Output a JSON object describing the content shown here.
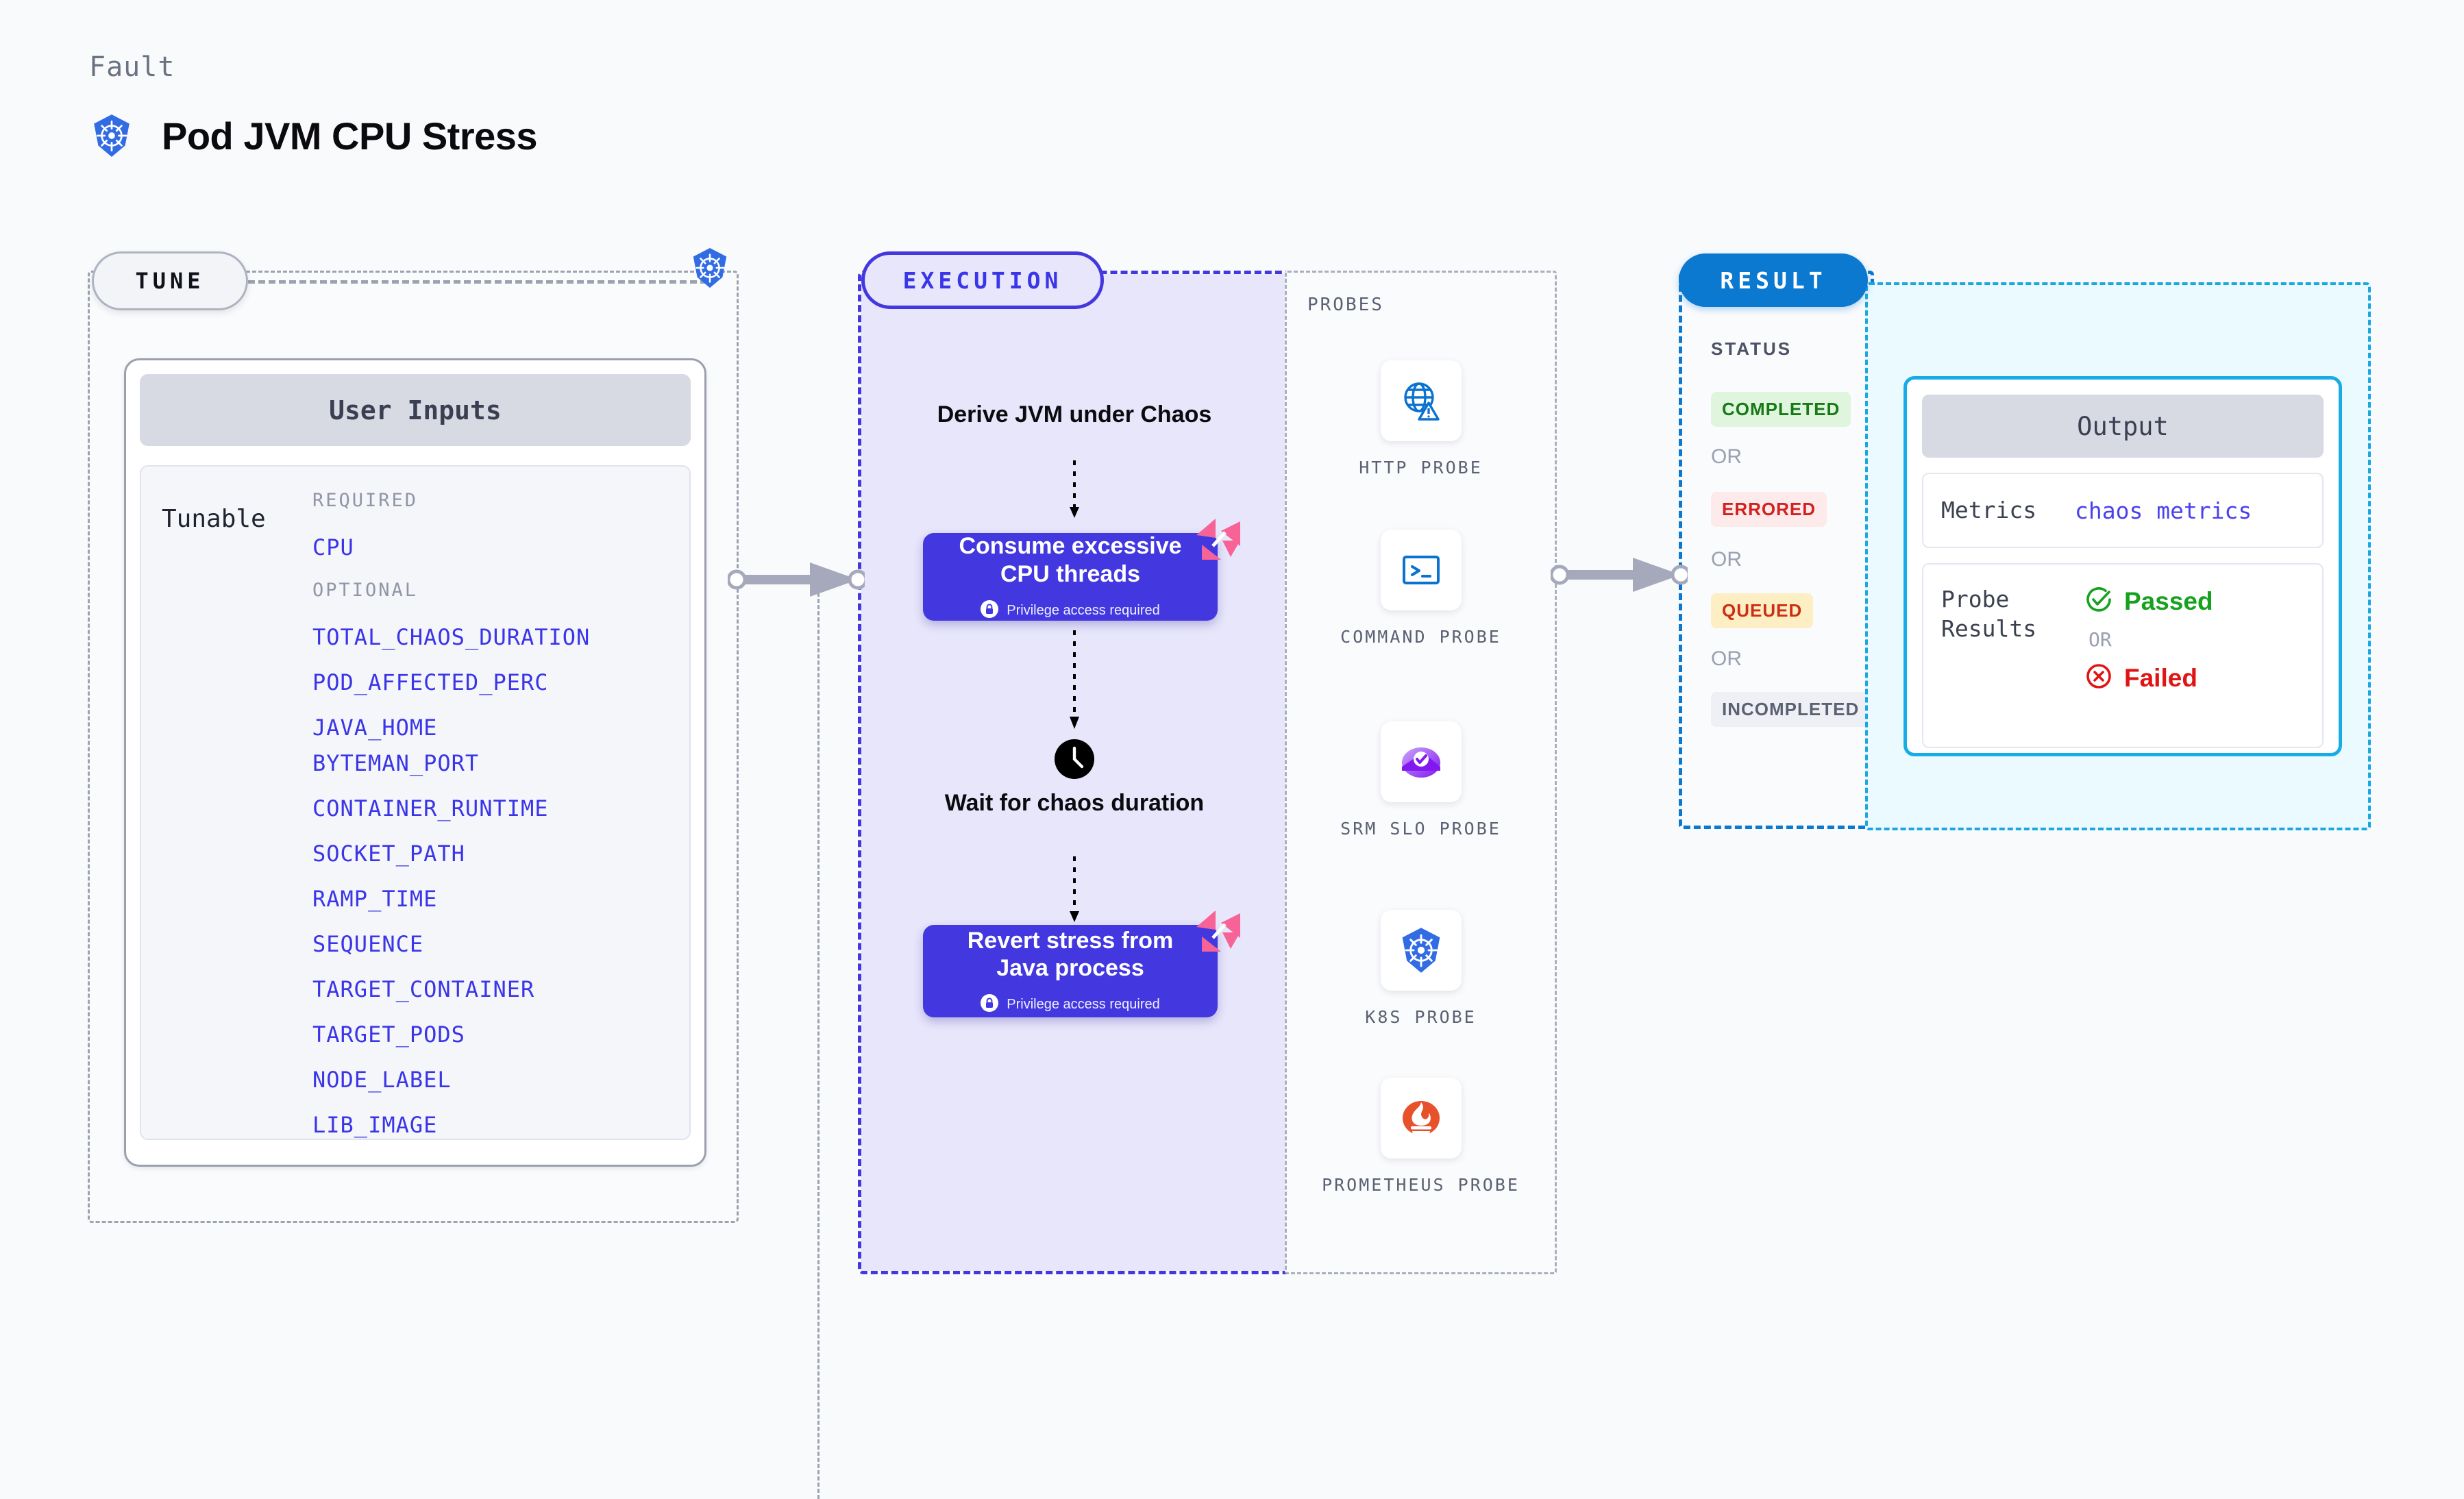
{
  "header": {
    "kicker": "Fault",
    "title": "Pod JVM CPU Stress",
    "icon": "kubernetes-icon"
  },
  "tune": {
    "badge": "TUNE",
    "node_icon": "kubernetes-icon",
    "inputs_card": {
      "header": "User Inputs",
      "row_label": "Tunable",
      "required_label": "REQUIRED",
      "optional_label": "OPTIONAL",
      "required_params": [
        "CPU"
      ],
      "optional_params": [
        "TOTAL_CHAOS_DURATION",
        "POD_AFFECTED_PERC",
        "JAVA_HOME",
        "BYTEMAN_PORT",
        "CONTAINER_RUNTIME",
        "SOCKET_PATH",
        "RAMP_TIME",
        "SEQUENCE",
        "TARGET_CONTAINER",
        "TARGET_PODS",
        "NODE_LABEL",
        "LIB_IMAGE"
      ]
    }
  },
  "execution": {
    "badge": "EXECUTION",
    "steps": [
      {
        "type": "plain",
        "title": "Derive JVM under Chaos"
      },
      {
        "type": "card",
        "title": "Consume excessive CPU threads",
        "note": "Privilege access required",
        "badge_icon": "harness-logo-icon",
        "lock_icon": "lock-icon"
      },
      {
        "type": "wait",
        "title": "Wait for chaos duration",
        "icon": "clock-icon"
      },
      {
        "type": "card",
        "title": "Revert stress from Java process",
        "note": "Privilege access required",
        "badge_icon": "harness-logo-icon",
        "lock_icon": "lock-icon"
      }
    ]
  },
  "probes": {
    "title": "PROBES",
    "items": [
      {
        "label": "HTTP PROBE",
        "icon": "globe-alert-icon"
      },
      {
        "label": "COMMAND PROBE",
        "icon": "terminal-icon"
      },
      {
        "label": "SRM SLO PROBE",
        "icon": "srm-slo-icon"
      },
      {
        "label": "K8S PROBE",
        "icon": "kubernetes-icon"
      },
      {
        "label": "PROMETHEUS PROBE",
        "icon": "prometheus-icon"
      }
    ]
  },
  "result": {
    "badge": "RESULT",
    "status_title": "STATUS",
    "or_label": "OR",
    "statuses": [
      {
        "label": "COMPLETED",
        "color": "#177a16",
        "bg": "#dff5de"
      },
      {
        "label": "ERRORED",
        "color": "#d22121",
        "bg": "#fdeaea"
      },
      {
        "label": "QUEUED",
        "color": "#cc2e13",
        "bg": "#fdeec4"
      },
      {
        "label": "INCOMPLETED",
        "color": "#5b6172",
        "bg": "#eef0f5"
      }
    ]
  },
  "output": {
    "header": "Output",
    "metrics_key": "Metrics",
    "metrics_value": "chaos metrics",
    "probe_results_key": "Probe Results",
    "passed_label": "Passed",
    "or_label": "OR",
    "failed_label": "Failed",
    "passed_icon": "check-circle-icon",
    "failed_icon": "x-circle-icon"
  },
  "connectors": {
    "arrow_icon": "arrow-right-icon"
  }
}
